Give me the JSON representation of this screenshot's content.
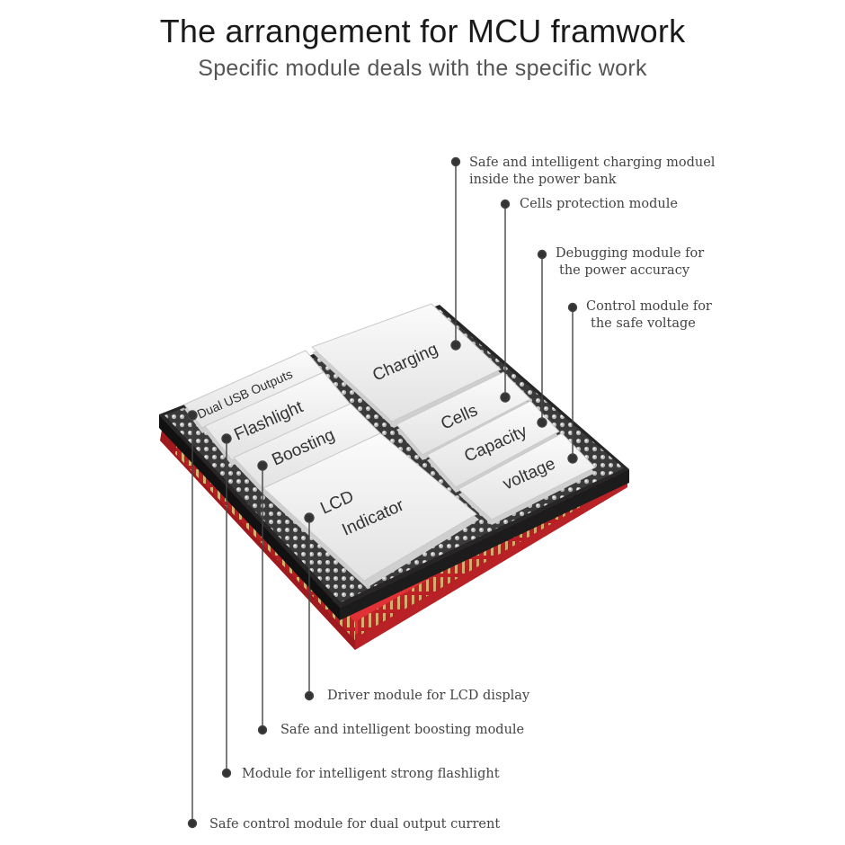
{
  "title": "The arrangement for MCU framwork",
  "subtitle": "Specific module deals with the specific work",
  "modules": {
    "dual_usb": "Dual USB Outputs",
    "flashlight": "Flashlight",
    "boosting": "Boosting",
    "lcd_line1": "LCD",
    "lcd_line2": "Indicator",
    "charging": "Charging",
    "cells": "Cells",
    "capacity": "Capacity",
    "voltage": "voltage"
  },
  "callouts": {
    "charging": [
      "Safe and intelligent charging moduel",
      "inside the power bank"
    ],
    "cells": [
      "Cells protection module"
    ],
    "capacity": [
      "Debugging module for",
      "the power accuracy"
    ],
    "voltage": [
      "Control module for",
      "the safe voltage"
    ],
    "lcd": [
      "Driver module for LCD display"
    ],
    "boosting": [
      "Safe and intelligent boosting module"
    ],
    "flashlight": [
      "Module for intelligent strong flashlight"
    ],
    "dual_usb": [
      "Safe control module for dual output current"
    ]
  },
  "colors": {
    "red_board": "#c8262a",
    "black_board": "#2b2b2b",
    "chip_face": "#f1f1f1",
    "leader_line": "#444444"
  }
}
